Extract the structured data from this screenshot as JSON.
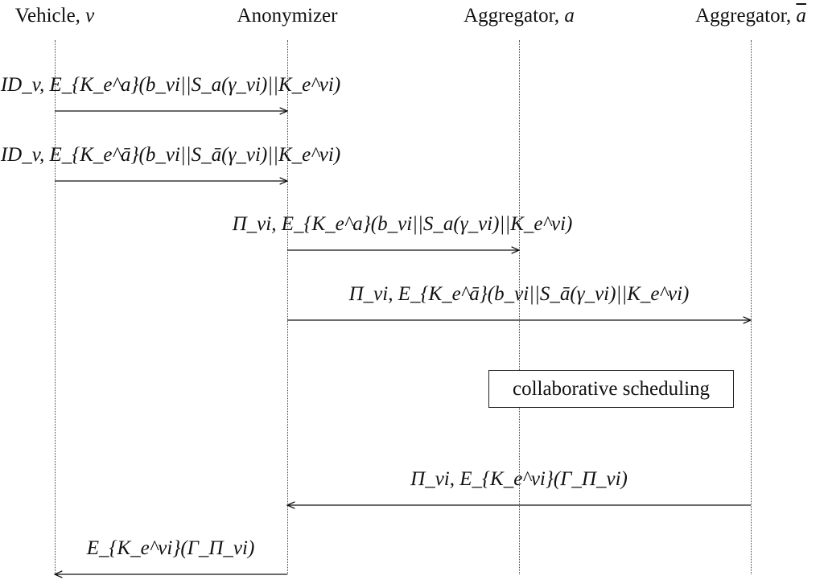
{
  "actors": {
    "vehicle": {
      "name": "Vehicle,",
      "var": "v"
    },
    "anonymizer": {
      "name": "Anonymizer"
    },
    "aggregator_a": {
      "name": "Aggregator,",
      "var": "a"
    },
    "aggregator_abar": {
      "name": "Aggregator,",
      "var": "a"
    }
  },
  "messages": [
    {
      "from": "Vehicle, v",
      "to": "Anonymizer",
      "label": "ID_v, E_{K_e^a}(b_vi||S_a(γ_vi)||K_e^vi)"
    },
    {
      "from": "Vehicle, v",
      "to": "Anonymizer",
      "label": "ID_v, E_{K_e^ā}(b_vi||S_ā(γ_vi)||K_e^vi)"
    },
    {
      "from": "Anonymizer",
      "to": "Aggregator, a",
      "label": "Π_vi, E_{K_e^a}(b_vi||S_a(γ_vi)||K_e^vi)"
    },
    {
      "from": "Anonymizer",
      "to": "Aggregator, ā",
      "label": "Π_vi, E_{K_e^ā}(b_vi||S_ā(γ_vi)||K_e^vi)"
    },
    {
      "from": "Aggregator, ā",
      "to": "Anonymizer",
      "label": "Π_vi, E_{K_e^vi}(Γ_Π_vi)"
    },
    {
      "from": "Anonymizer",
      "to": "Vehicle, v",
      "label": "E_{K_e^vi}(Γ_Π_vi)"
    }
  ],
  "box": {
    "label": "collaborative scheduling"
  }
}
